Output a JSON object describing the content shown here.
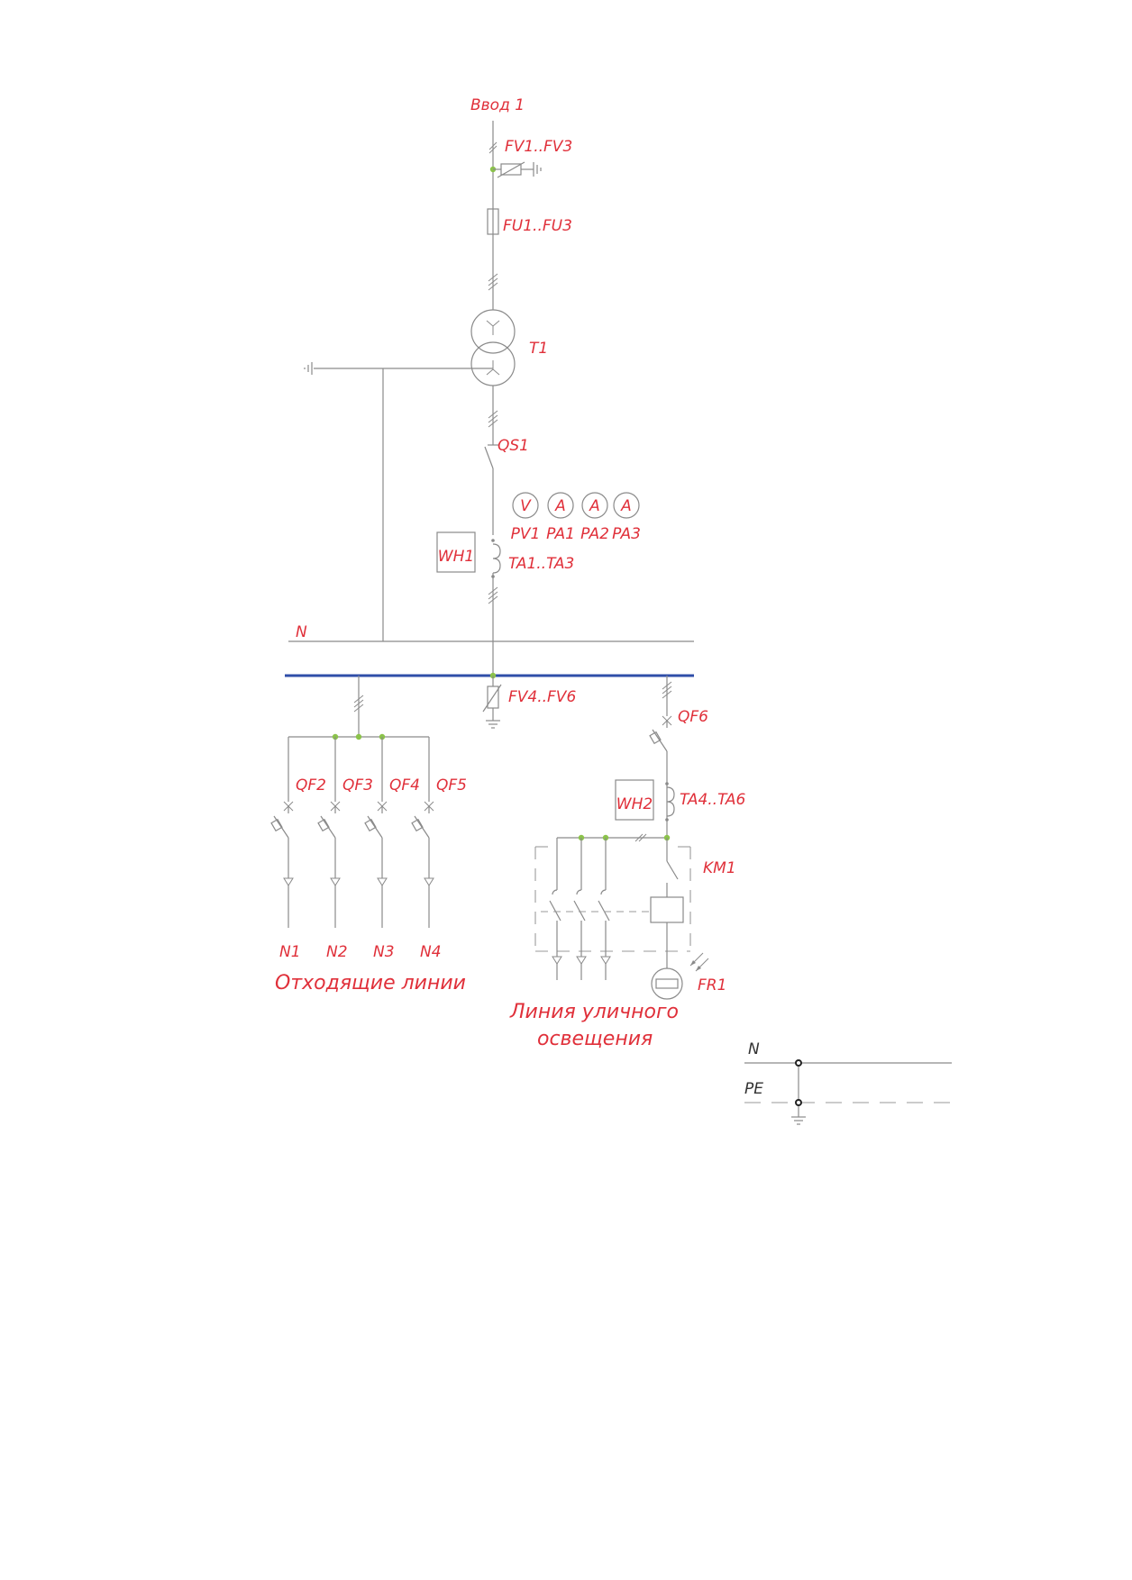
{
  "colors": {
    "label": "#e0303a",
    "wire": "#8a8a8a",
    "bus": "#2f4ea8",
    "node": "#8bc34a"
  },
  "input": {
    "title": "Ввод 1"
  },
  "labels": {
    "surge_in": "FV1..FV3",
    "fuses": "FU1..FU3",
    "transformer": "T1",
    "disconnector": "QS1",
    "meter_main": "WH1",
    "ct_main": "TA1..TA3",
    "neutral_bus": "N",
    "surge_bus": "FV4..FV6",
    "breaker_light": "QF6",
    "meter_light": "WH2",
    "ct_light": "TA4..TA6",
    "contactor": "KM1",
    "photo_relay": "FR1"
  },
  "instruments": [
    {
      "symbol": "V",
      "tag": "PV1"
    },
    {
      "symbol": "A",
      "tag": "PA1"
    },
    {
      "symbol": "A",
      "tag": "PA2"
    },
    {
      "symbol": "A",
      "tag": "PA3"
    }
  ],
  "feeders": [
    {
      "breaker": "QF2",
      "line": "N1"
    },
    {
      "breaker": "QF3",
      "line": "N2"
    },
    {
      "breaker": "QF4",
      "line": "N3"
    },
    {
      "breaker": "QF5",
      "line": "N4"
    }
  ],
  "captions": {
    "outgoing": "Отходящие линии",
    "street_light_1": "Линия уличного",
    "street_light_2": "освещения"
  },
  "legend": {
    "n": "N",
    "pe": "PE"
  }
}
